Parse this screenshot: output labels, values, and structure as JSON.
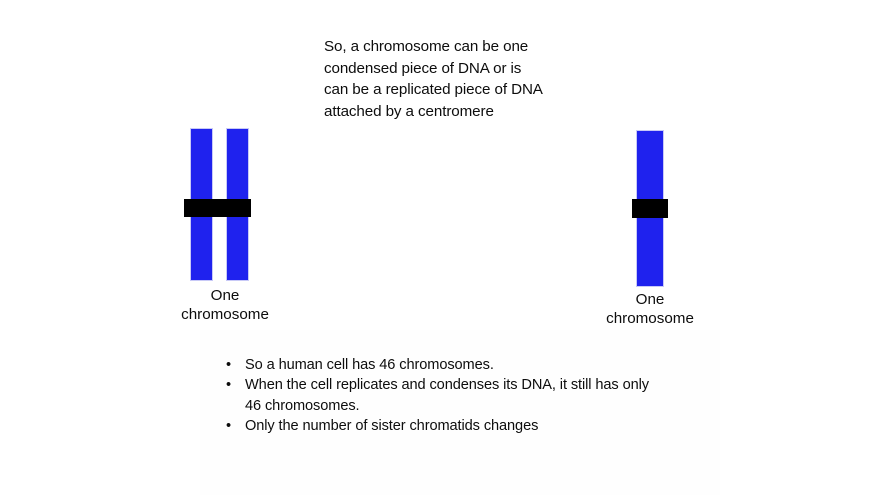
{
  "slide": {
    "background_color": "#ffffff",
    "intro_text": "So, a chromosome can be one\ncondensed piece of DNA or is\ncan be a replicated piece of DNA\nattached by a centromere"
  },
  "figures": {
    "left": {
      "label": "One\nchromosome",
      "arm_color": "#1f22ee",
      "centromere_color": "#000000",
      "chromatid_count": 2
    },
    "right": {
      "label": "One\nchromosome",
      "arm_color": "#1f22ee",
      "centromere_color": "#000000",
      "chromatid_count": 1
    }
  },
  "bullets": {
    "marker": "•",
    "items": [
      "So a human cell has 46 chromosomes.",
      "When the cell replicates and condenses its DNA, it still has only  46 chromosomes.",
      " Only the number of sister chromatids changes"
    ]
  }
}
